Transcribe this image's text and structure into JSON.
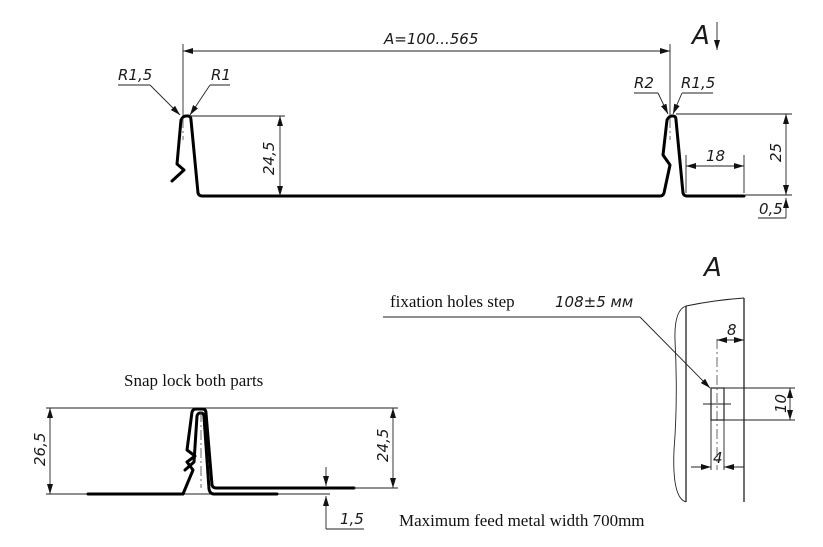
{
  "title": "Snap lock seam roofing profile drawing",
  "top_profile": {
    "width_dimension": "A=100...565",
    "left_radius_outer": "R1,5",
    "left_radius_inner": "R1",
    "left_height": "24,5",
    "right_radius_outer": "R2",
    "right_radius_inner": "R1,5",
    "right_height": "25",
    "right_flange_width": "18",
    "right_offset": "0,5",
    "view_marker": "A"
  },
  "snap_lock": {
    "caption": "Snap lock both parts",
    "left_height": "26,5",
    "right_height": "24,5",
    "offset": "1,5"
  },
  "detail_view": {
    "label": "A",
    "note_label": "fixation holes step",
    "note_value": "108±5 мм",
    "hole_offset": "8",
    "hole_height": "10",
    "hole_width": "4"
  },
  "footer_note": "Maximum feed metal width 700mm",
  "colors": {
    "line": "#000000",
    "background": "#ffffff"
  }
}
